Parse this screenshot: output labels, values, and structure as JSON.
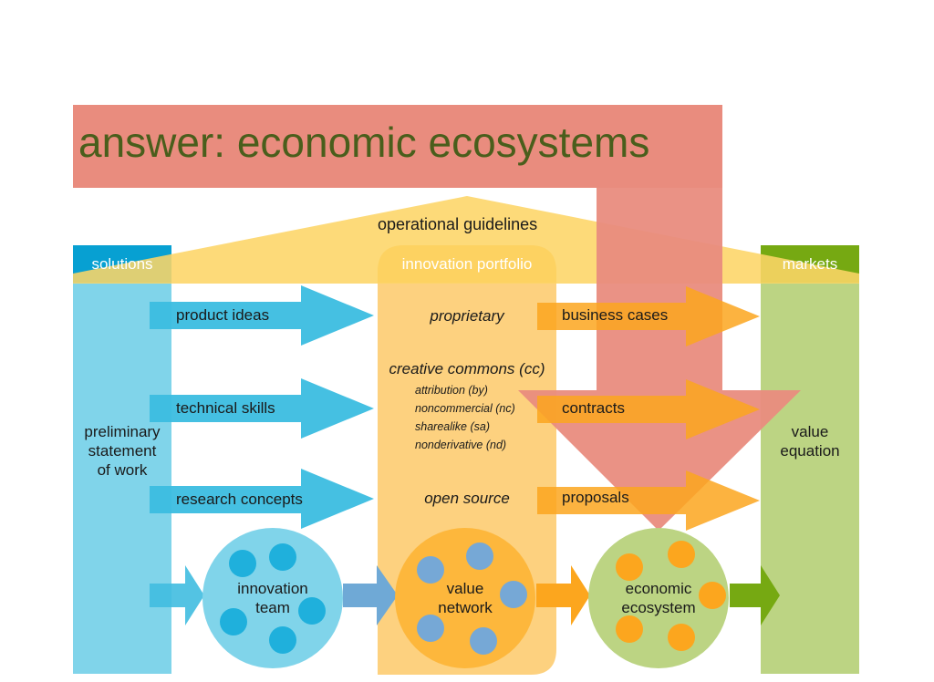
{
  "title": "answer: economic ecosystems",
  "top_band": "operational guidelines",
  "columns": {
    "solutions": {
      "header": "solutions",
      "body": "preliminary statement of work",
      "body_lines": [
        "preliminary",
        "statement",
        "of work"
      ]
    },
    "portfolio": {
      "header": "innovation portfolio",
      "items": {
        "proprietary": "proprietary",
        "cc": "creative commons (cc)",
        "cc_sub": [
          "attribution (by)",
          "noncommercial (nc)",
          "sharealike (sa)",
          "nonderivative (nd)"
        ],
        "open_source": "open source"
      }
    },
    "markets": {
      "header": "markets",
      "body_lines": [
        "value",
        "equation"
      ]
    }
  },
  "left_arrows": [
    "product ideas",
    "technical skills",
    "research concepts"
  ],
  "right_arrows": [
    "business cases",
    "contracts",
    "proposals"
  ],
  "bottom_flow": [
    {
      "lines": [
        "innovation",
        "team"
      ]
    },
    {
      "lines": [
        "value",
        "network"
      ]
    },
    {
      "lines": [
        "economic",
        "ecosystem"
      ]
    }
  ],
  "colors": {
    "title_text": "#4a5e1c",
    "answer_red": "#e8897a",
    "guideline_yellow": "#fdd567",
    "solutions_blue": "#07a0d2",
    "solutions_light": "#7fd4ea",
    "arrow_blue": "#3bbde0",
    "portfolio_orange": "#fdd17f",
    "arrow_orange": "#fca61e",
    "markets_green": "#76a912",
    "markets_light": "#bcd483"
  }
}
